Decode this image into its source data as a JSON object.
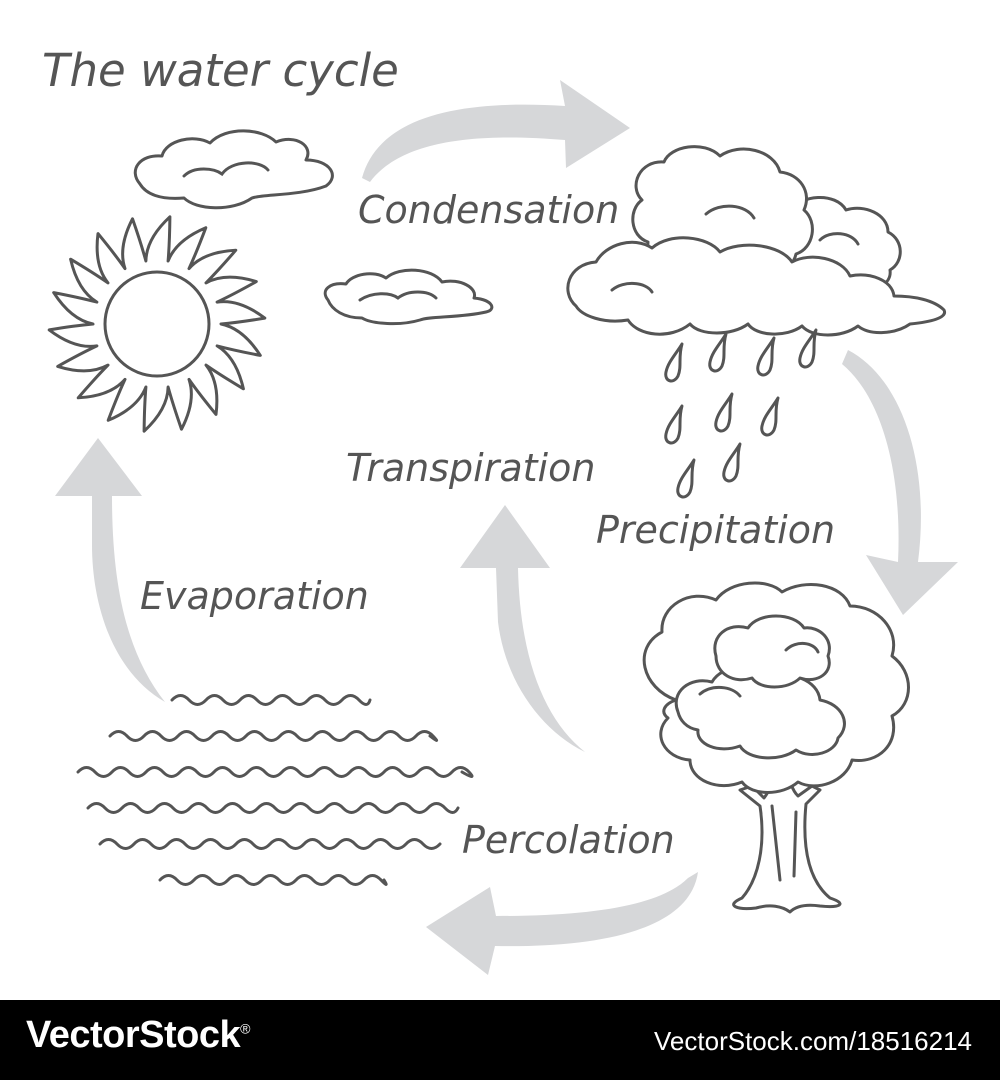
{
  "title": "The water cycle",
  "labels": {
    "condensation": "Condensation",
    "transpiration": "Transpiration",
    "precipitation": "Precipitation",
    "evaporation": "Evaporation",
    "percolation": "Percolation"
  },
  "footer": {
    "brand": "VectorStock",
    "registered_mark": "®",
    "url": "VectorStock.com/18516214"
  },
  "colors": {
    "outline": "#555555",
    "arrow": "#d6d7d9",
    "footer_bg": "#000000",
    "footer_text": "#ffffff"
  }
}
